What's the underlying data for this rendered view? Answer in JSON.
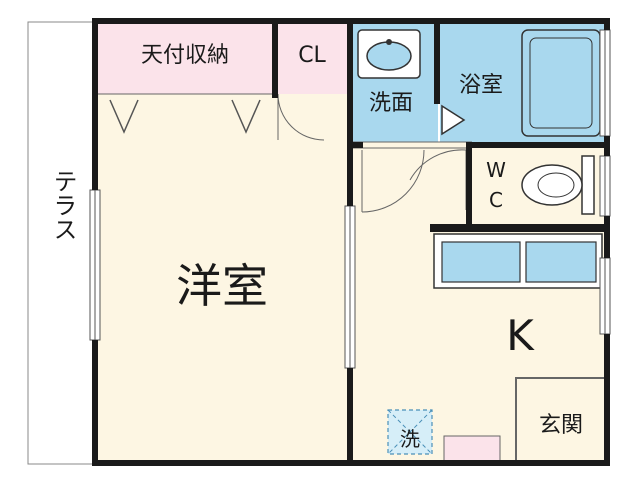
{
  "floorplan": {
    "rooms": {
      "western_room": "洋室",
      "overhead_storage": "天付収納",
      "closet": "CL",
      "washroom": "洗面",
      "bathroom": "浴室",
      "toilet_w": "W",
      "toilet_c": "C",
      "kitchen": "K",
      "entrance": "玄関",
      "washer": "洗",
      "terrace": "テラス"
    },
    "colors": {
      "room_floor": "#fdf6e3",
      "wet_area": "#a9d8ee",
      "storage": "#fbe3ea",
      "wall": "#1a1a1a",
      "line": "#666666"
    }
  }
}
